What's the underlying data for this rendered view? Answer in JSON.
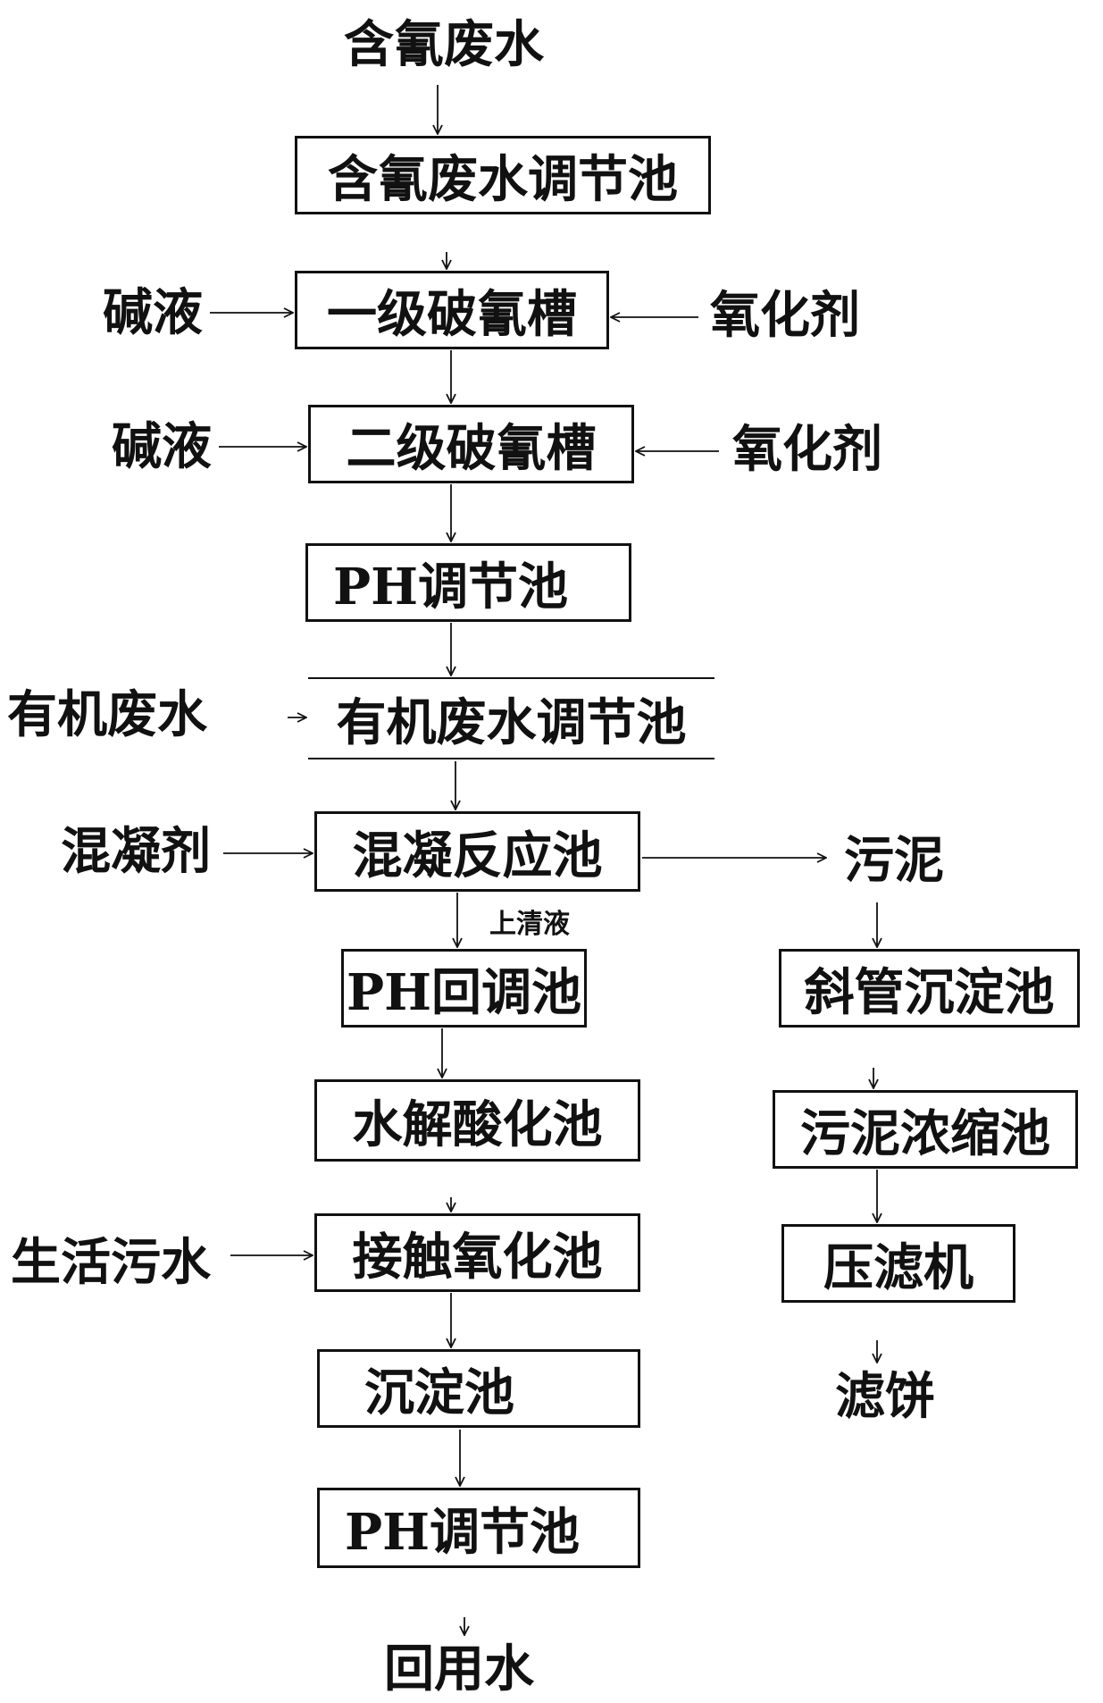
{
  "nodes": {
    "input_cyanide": "含氰废水",
    "cyanide_equalization": "含氰废水调节池",
    "stage1_breaking": "一级破氰槽",
    "stage2_breaking": "二级破氰槽",
    "ph_adjust_1": "PH调节池",
    "organic_wastewater": "有机废水",
    "organic_equalization": "有机废水调节池",
    "coagulant": "混凝剂",
    "coagulation_tank": "混凝反应池",
    "supernatant": "上清液",
    "sludge": "污泥",
    "ph_readjust": "PH回调池",
    "inclined_settler": "斜管沉淀池",
    "hydrolysis_acidification": "水解酸化池",
    "sludge_thickener": "污泥浓缩池",
    "domestic_sewage": "生活污水",
    "contact_oxidation": "接触氧化池",
    "filter_press": "压滤机",
    "sedimentation": "沉淀池",
    "filter_cake": "滤饼",
    "ph_adjust_2": "PH调节池",
    "reuse_water": "回用水",
    "alkali_1": "碱液",
    "oxidant_1": "氧化剂",
    "alkali_2": "碱液",
    "oxidant_2": "氧化剂"
  }
}
